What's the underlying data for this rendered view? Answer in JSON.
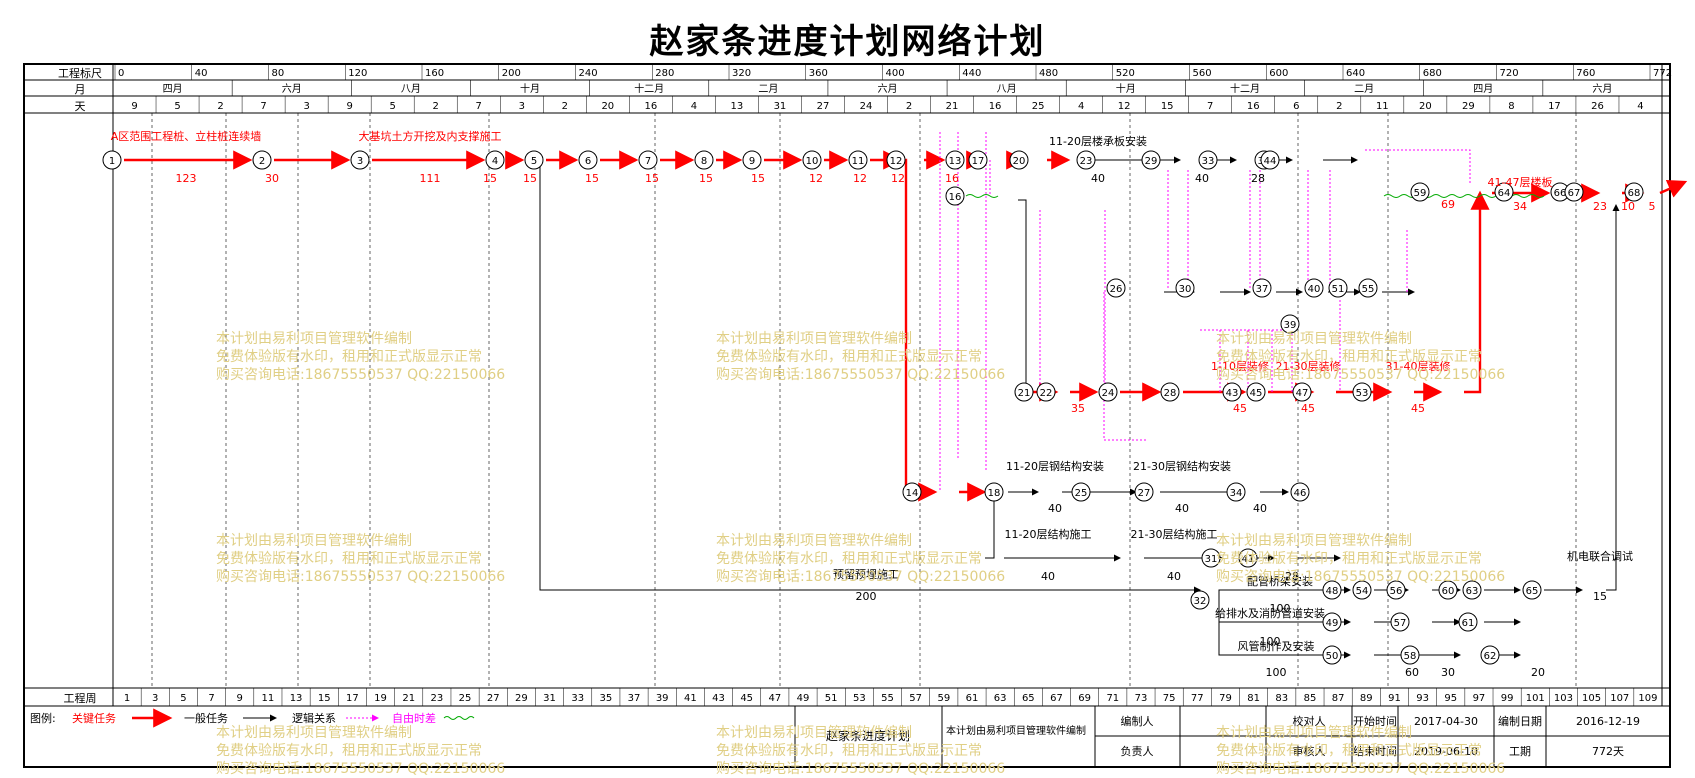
{
  "title": "赵家条进度计划网络计划",
  "header_labels": {
    "scale": "工程标尺",
    "month": "月",
    "day": "天",
    "week": "工程周"
  },
  "scale_ticks": [
    "0",
    "40",
    "80",
    "120",
    "160",
    "200",
    "240",
    "280",
    "320",
    "360",
    "400",
    "440",
    "480",
    "520",
    "560",
    "600",
    "640",
    "680",
    "720",
    "760",
    "772"
  ],
  "month_labels": [
    "四月",
    "六月",
    "八月",
    "十月",
    "十二月",
    "二月",
    "六月",
    "八月",
    "十月",
    "十二月",
    "二月",
    "四月",
    "六月"
  ],
  "day_ticks": [
    "9",
    "5",
    "2",
    "7",
    "3",
    "9",
    "5",
    "2",
    "7",
    "3",
    "2",
    "20",
    "16",
    "4",
    "13",
    "31",
    "27",
    "24",
    "2",
    "21",
    "16",
    "25",
    "4",
    "12",
    "15",
    "7",
    "16",
    "6",
    "2",
    "11",
    "20",
    "29",
    "8",
    "17",
    "26",
    "4"
  ],
  "week_ticks": [
    "1",
    "3",
    "5",
    "7",
    "9",
    "11",
    "13",
    "15",
    "17",
    "19",
    "21",
    "23",
    "25",
    "27",
    "29",
    "31",
    "33",
    "35",
    "37",
    "39",
    "41",
    "43",
    "45",
    "47",
    "49",
    "51",
    "53",
    "55",
    "57",
    "59",
    "61",
    "63",
    "65",
    "67",
    "69",
    "71",
    "73",
    "75",
    "77",
    "79",
    "81",
    "83",
    "85",
    "87",
    "89",
    "91",
    "93",
    "95",
    "97",
    "99",
    "101",
    "103",
    "105",
    "107",
    "109"
  ],
  "nodes": [
    "1",
    "2",
    "3",
    "4",
    "5",
    "6",
    "7",
    "8",
    "9",
    "10",
    "11",
    "12",
    "13",
    "14",
    "16",
    "17",
    "18",
    "20",
    "21",
    "22",
    "23",
    "24",
    "25",
    "26",
    "27",
    "28",
    "29",
    "30",
    "31",
    "32",
    "33",
    "34",
    "36",
    "37",
    "39",
    "40",
    "41",
    "43",
    "44",
    "45",
    "46",
    "47",
    "48",
    "49",
    "50",
    "51",
    "53",
    "54",
    "55",
    "56",
    "57",
    "58",
    "59",
    "60",
    "61",
    "62",
    "63",
    "64",
    "65",
    "66",
    "67",
    "68"
  ],
  "tasks": [
    {
      "name": "A区范围工程桩、立柱桩连续墙",
      "dur": "123"
    },
    {
      "name": "",
      "dur": "30"
    },
    {
      "name": "大基坑土方开挖及内支撑施工",
      "dur": "111"
    },
    {
      "name": "",
      "dur": "15"
    },
    {
      "name": "",
      "dur": "15"
    },
    {
      "name": "",
      "dur": "15"
    },
    {
      "name": "",
      "dur": "15"
    },
    {
      "name": "",
      "dur": "15"
    },
    {
      "name": "",
      "dur": "15"
    },
    {
      "name": "",
      "dur": "12"
    },
    {
      "name": "",
      "dur": "12"
    },
    {
      "name": "",
      "dur": "12"
    },
    {
      "name": "",
      "dur": "16"
    },
    {
      "name": "11-20层楼承板安装",
      "dur": "40"
    },
    {
      "name": "",
      "dur": "40"
    },
    {
      "name": "",
      "dur": "28"
    },
    {
      "name": "",
      "dur": "69"
    },
    {
      "name": "41-47层楼板",
      "dur": "34"
    },
    {
      "name": "",
      "dur": "23"
    },
    {
      "name": "",
      "dur": "35"
    },
    {
      "name": "1-10层装修",
      "dur": "45"
    },
    {
      "name": "21-30层装修",
      "dur": "45"
    },
    {
      "name": "31-40层装修",
      "dur": "45"
    },
    {
      "name": "11-20层钢结构安装",
      "dur": "40"
    },
    {
      "name": "21-30层钢结构安装",
      "dur": "40"
    },
    {
      "name": "",
      "dur": "40"
    },
    {
      "name": "11-20层结构施工",
      "dur": "40"
    },
    {
      "name": "21-30层结构施工",
      "dur": "40"
    },
    {
      "name": "",
      "dur": "28"
    },
    {
      "name": "预留预埋施工",
      "dur": "200"
    },
    {
      "name": "配管桥架安装",
      "dur": "100"
    },
    {
      "name": "给排水及消防管道安装",
      "dur": "100"
    },
    {
      "name": "风管制作及安装",
      "dur": "100"
    },
    {
      "name": "",
      "dur": "60"
    },
    {
      "name": "",
      "dur": "30"
    },
    {
      "name": "",
      "dur": "20"
    },
    {
      "name": "机电联合调试",
      "dur": "15"
    },
    {
      "name": "",
      "dur": "10"
    },
    {
      "name": "",
      "dur": "5"
    }
  ],
  "side_labels": [
    "",
    "",
    "",
    "",
    "",
    "",
    "",
    "",
    "",
    "",
    "",
    "",
    "",
    "",
    "",
    "",
    ""
  ],
  "legend": {
    "title": "图例:",
    "critical": "关键任务",
    "normal": "一般任务",
    "logic": "逻辑关系",
    "float": "自由时差"
  },
  "footer": {
    "plan_name": "赵家条进度计划",
    "software_note": "本计划由易利项目管理软件编制",
    "prepared_by": "编制人",
    "checked_by": "校对人",
    "responsible": "负责人",
    "reviewed_by": "审核人",
    "start_label": "开始时间",
    "start_value": "2017-04-30",
    "end_label": "结束时间",
    "end_value": "2019-06-10",
    "date_label": "编制日期",
    "date_value": "2016-12-19",
    "duration_label": "工期",
    "duration_value": "772天"
  },
  "watermark": {
    "line1": "本计划由易利项目管理软件编制",
    "line2": "免费体验版有水印，租用和正式版显示正常",
    "line3": "购买咨询电话:18675550537 QQ:22150066"
  },
  "colors": {
    "critical": "#ff0000",
    "normal": "#000000",
    "float": "#ff00ff",
    "wave": "#00aa00",
    "watermark": "#e0cf85"
  }
}
